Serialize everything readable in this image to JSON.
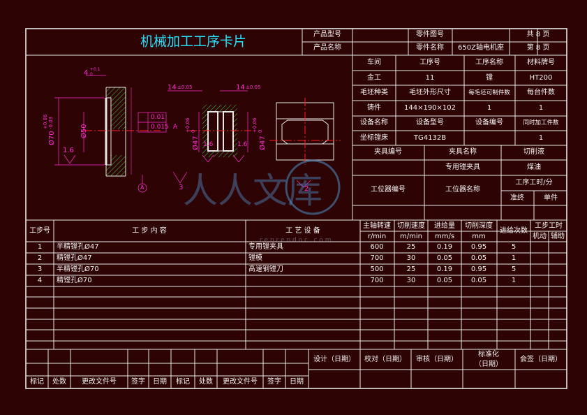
{
  "header": {
    "title": "机械加工工序卡片",
    "product_model_label": "产品型号",
    "product_model_value": "",
    "product_name_label": "产品名称",
    "product_name_value": "",
    "part_no_label": "零件图号",
    "part_no_value": "",
    "part_name_label": "零件名称",
    "part_name_value": "650Z轴电机座",
    "total_pages": "共 8 页",
    "page_no": "第 8 页"
  },
  "info": {
    "workshop_label": "车间",
    "op_no_label": "工序号",
    "op_name_label": "工序名称",
    "material_label": "材料牌号",
    "workshop": "金工",
    "op_no": "11",
    "op_name": "镗",
    "material": "HT200",
    "blank_type_label": "毛坯种类",
    "blank_size_label": "毛坯外形尺寸",
    "per_blank_label": "每毛坯可制件数",
    "per_unit_label": "每台件数",
    "blank_type": "铸件",
    "blank_size": "144×190×102",
    "per_blank": "1",
    "per_unit": "1",
    "equip_name_label": "设备名称",
    "equip_model_label": "设备型号",
    "equip_no_label": "设备编号",
    "simul_label": "同时加工件数",
    "equip_name": "坐标镗床",
    "equip_model": "TG4132B",
    "equip_no": "",
    "simul": "1",
    "fixture_no_label": "夹具编号",
    "fixture_name_label": "夹具名称",
    "coolant_label": "切削液",
    "fixture_name": "专用镗夹具",
    "coolant": "煤油",
    "station_no_label": "工位器编号",
    "station_name_label": "工位器名称",
    "op_time_label": "工序工时/分",
    "prep_label": "准终",
    "unit_label": "单件"
  },
  "steps": {
    "headers": {
      "step_no": "工步号",
      "content": "工 步 内 容",
      "equipment": "工 艺 设 备",
      "speed": "主轴转速",
      "speed_unit": "r/min",
      "cut_speed": "切削速度",
      "cut_speed_unit": "m/min",
      "feed": "进给量",
      "feed_unit": "mm/s",
      "depth": "切削深度",
      "depth_unit": "mm",
      "passes": "进给次数",
      "step_time": "工步工时",
      "machine": "机动",
      "aux": "辅助"
    },
    "rows": [
      {
        "no": "1",
        "content": "半精镗孔Ø47",
        "equip": "专用镗夹具",
        "speed": "600",
        "cut": "25",
        "feed": "0.19",
        "depth": "0.95",
        "passes": "5"
      },
      {
        "no": "2",
        "content": "精镗孔Ø47",
        "equip": "镗模",
        "speed": "700",
        "cut": "30",
        "feed": "0.05",
        "depth": "0.05",
        "passes": "1"
      },
      {
        "no": "3",
        "content": "半精镗孔Ø70",
        "equip": "高速钢镗刀",
        "speed": "500",
        "cut": "25",
        "feed": "0.19",
        "depth": "0.95",
        "passes": "5"
      },
      {
        "no": "4",
        "content": "精镗孔Ø70",
        "equip": "",
        "speed": "700",
        "cut": "30",
        "feed": "0.05",
        "depth": "0.05",
        "passes": "1"
      }
    ]
  },
  "signoff": {
    "design": "设计（日期）",
    "check": "校对（日期）",
    "review": "审核（日期）",
    "standard_1": "标准化",
    "standard_2": "（日期）",
    "sign": "会签（日期）",
    "mark": "标记",
    "count": "处数",
    "change_doc": "更改文件号",
    "signature": "签字",
    "date": "日期"
  },
  "drawing": {
    "dim_4": "4",
    "dim_4_tol": "+0.1",
    "dim_4_tol2": "0",
    "dim_14a": "14",
    "dim_14a_tol": "±0.05",
    "dim_14b": "14",
    "dim_14b_tol": "±0.05",
    "dia_70": "Ø70",
    "dia_70_tol": "+0.06",
    "dia_70_tol2": "-0.03",
    "dia_50": "Ø50",
    "dia_47a": "Ø47",
    "dia_47a_tol": "+0.06",
    "dia_47a_tol2": "0",
    "dia_47b": "Ø47",
    "dia_47b_tol": "+0.06",
    "dia_47b_tol2": "0",
    "rough_1": "1.6",
    "rough_2": "1.6",
    "rough_3": "1.6",
    "tol_1": "0.01",
    "tol_2": "0.015",
    "datum_ref": "A",
    "datum_a": "A",
    "datum_3": "3",
    "datum_2": "2"
  },
  "watermark": {
    "text_1": "人人文库",
    "url": "r e n r e n d o c . c o m"
  }
}
